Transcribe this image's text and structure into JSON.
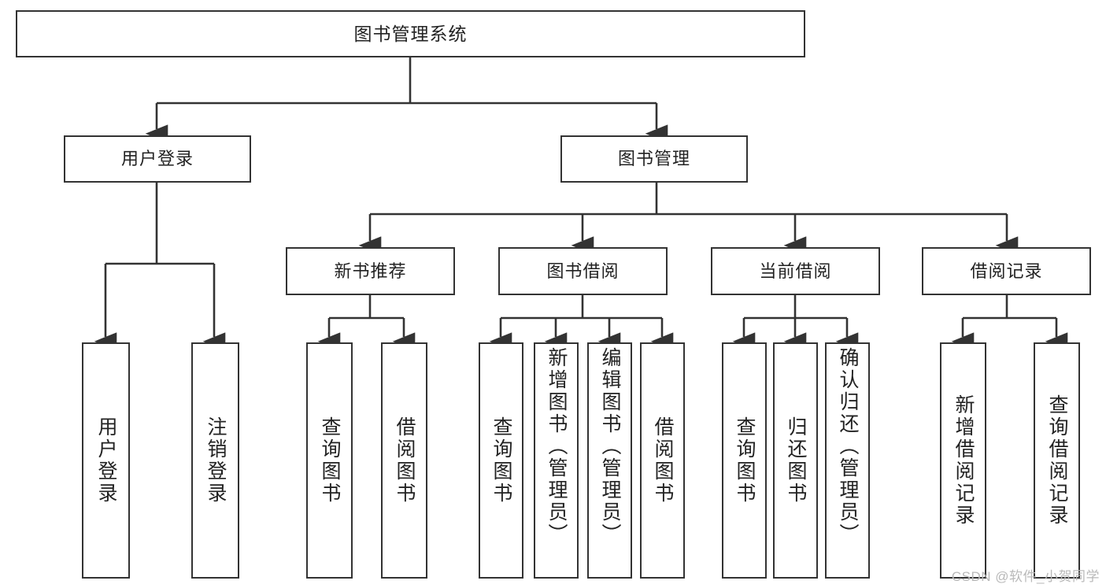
{
  "diagram": {
    "title": "图书管理系统",
    "colors": {
      "background": "#ffffff",
      "node_border": "#333333",
      "node_fill": "#ffffff",
      "edge": "#333333",
      "text": "#222222",
      "watermark": "#b9b9b9"
    },
    "watermark": "CSDN @软件_小贺同学",
    "levels": {
      "root": {
        "label": "图书管理系统"
      },
      "level1": [
        {
          "id": "user-login",
          "label": "用户登录"
        },
        {
          "id": "book-management",
          "label": "图书管理"
        }
      ],
      "level2": [
        {
          "id": "new-book-recommend",
          "label": "新书推荐"
        },
        {
          "id": "book-borrow",
          "label": "图书借阅"
        },
        {
          "id": "current-borrow",
          "label": "当前借阅"
        },
        {
          "id": "borrow-record",
          "label": "借阅记录"
        }
      ],
      "leaves": [
        {
          "id": "leaf-user-login",
          "label": "用户登录",
          "parent": "user-login"
        },
        {
          "id": "leaf-user-logout",
          "label": "注销登录",
          "parent": "user-login"
        },
        {
          "id": "leaf-query-book-1",
          "label": "查询图书",
          "parent": "new-book-recommend"
        },
        {
          "id": "leaf-borrow-book-1",
          "label": "借阅图书",
          "parent": "new-book-recommend"
        },
        {
          "id": "leaf-query-book-2",
          "label": "查询图书",
          "parent": "book-borrow"
        },
        {
          "id": "leaf-add-book",
          "label": "新增图书（管理员）",
          "parent": "book-borrow"
        },
        {
          "id": "leaf-edit-book",
          "label": "编辑图书（管理员）",
          "parent": "book-borrow"
        },
        {
          "id": "leaf-borrow-book-2",
          "label": "借阅图书",
          "parent": "book-borrow"
        },
        {
          "id": "leaf-query-book-3",
          "label": "查询图书",
          "parent": "current-borrow"
        },
        {
          "id": "leaf-return-book",
          "label": "归还图书",
          "parent": "current-borrow"
        },
        {
          "id": "leaf-confirm-return",
          "label": "确认归还（管理员）",
          "parent": "current-borrow"
        },
        {
          "id": "leaf-add-record",
          "label": "新增借阅记录",
          "parent": "borrow-record"
        },
        {
          "id": "leaf-query-record",
          "label": "查询借阅记录",
          "parent": "borrow-record"
        }
      ]
    }
  }
}
